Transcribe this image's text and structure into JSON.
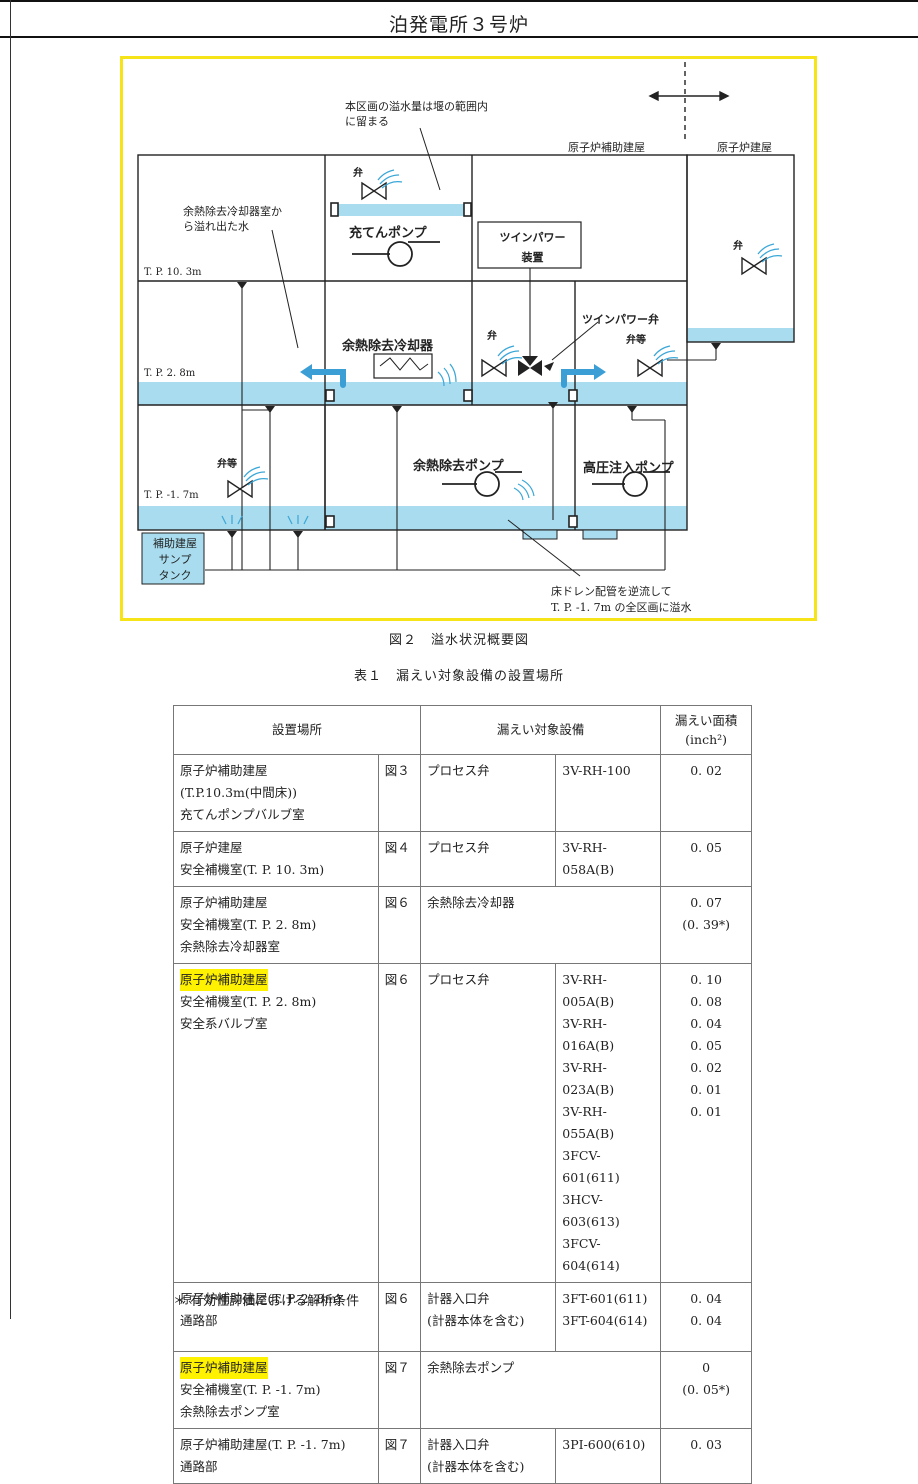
{
  "header": {
    "title": "泊発電所３号炉"
  },
  "diagram": {
    "labels": {
      "overflow_note_1": "本区画の溢水量は堰の範囲内",
      "overflow_note_2": "に留まる",
      "aux_building": "原子炉補助建屋",
      "reactor_building": "原子炉建屋",
      "rhr_room_water_1": "余熱除去冷却器室か",
      "rhr_room_water_2": "ら溢れ出た水",
      "valve": "弁",
      "valve2": "弁",
      "valve3": "弁",
      "valve_etc": "弁等",
      "valve_etc2": "弁等",
      "charging_pump": "充てんポンプ",
      "twin_power_device_1": "ツインパワー",
      "twin_power_device_2": "装置",
      "twin_power_valve": "ツインパワー弁",
      "rhr_cooler": "余熱除去冷却器",
      "rhr_pump": "余熱除去ポンプ",
      "hp_injection_pump": "高圧注入ポンプ",
      "level_1": "T. P. 10. 3m",
      "level_2": "T. P. 2. 8m",
      "level_3": "T. P. -1. 7m",
      "sump_1": "補助建屋",
      "sump_2": "サンプ",
      "sump_3": "タンク",
      "drain_note_1": "床ドレン配管を逆流して",
      "drain_note_2": "T. P. -1. 7m の全区画に溢水"
    }
  },
  "figure_caption": "図２　溢水状況概要図",
  "table_caption": "表１　漏えい対象設備の設置場所",
  "table": {
    "headers": {
      "location": "設置場所",
      "equipment": "漏えい対象設備",
      "area_1": "漏えい面積",
      "area_2": "(inch²)"
    },
    "rows": [
      {
        "loc": [
          "原子炉補助建屋",
          "(T.P.10.3m(中間床))",
          "充てんポンプバルブ室"
        ],
        "fig": "図３",
        "eq": "プロセス弁",
        "tags": [
          "3V-RH-100"
        ],
        "areas": [
          "0. 02"
        ]
      },
      {
        "loc": [
          "原子炉建屋",
          "安全補機室(T. P. 10. 3m)"
        ],
        "fig": "図４",
        "eq": "プロセス弁",
        "tags": [
          "3V-RH-058A(B)"
        ],
        "areas": [
          "0. 05"
        ]
      },
      {
        "loc": [
          "原子炉補助建屋",
          "安全補機室(T. P. 2. 8m)",
          "余熱除去冷却器室"
        ],
        "fig": "図６",
        "eq": "余熱除去冷却器",
        "tags": [],
        "areas": [
          "0. 07",
          "(0. 39*)"
        ]
      },
      {
        "loc": [
          "原子炉補助建屋",
          "安全補機室(T. P. 2. 8m)",
          "安全系バルブ室"
        ],
        "fig": "図６",
        "eq": "プロセス弁",
        "tags": [
          "3V-RH-005A(B)",
          "3V-RH-016A(B)",
          "3V-RH-023A(B)",
          "3V-RH-055A(B)",
          "3FCV-601(611)",
          "3HCV-603(613)",
          "3FCV-604(614)"
        ],
        "areas": [
          "0. 10",
          "0. 08",
          "0. 04",
          "0. 05",
          "0. 02",
          "0. 01",
          "0. 01"
        ]
      },
      {
        "loc": [
          "原子炉補助建屋(T. P. 2. 8m)",
          "通路部"
        ],
        "fig": "図６",
        "eq": "計器入口弁",
        "eq2": "(計器本体を含む)",
        "tags": [
          "3FT-601(611)",
          "3FT-604(614)"
        ],
        "areas": [
          "0. 04",
          "0. 04"
        ]
      },
      {
        "loc": [
          "原子炉補助建屋",
          "安全補機室(T. P. -1. 7m)",
          "余熱除去ポンプ室"
        ],
        "fig": "図７",
        "eq": "余熱除去ポンプ",
        "tags": [],
        "areas": [
          "0",
          "(0. 05*)"
        ]
      },
      {
        "loc": [
          "原子炉補助建屋(T. P. -1. 7m)",
          "通路部"
        ],
        "fig": "図７",
        "eq": "計器入口弁",
        "eq2": "(計器本体を含む)",
        "tags": [
          "3PI-600(610)"
        ],
        "areas": [
          "0. 03"
        ]
      }
    ]
  },
  "note": "＊ 有効性評価における解析条件"
}
